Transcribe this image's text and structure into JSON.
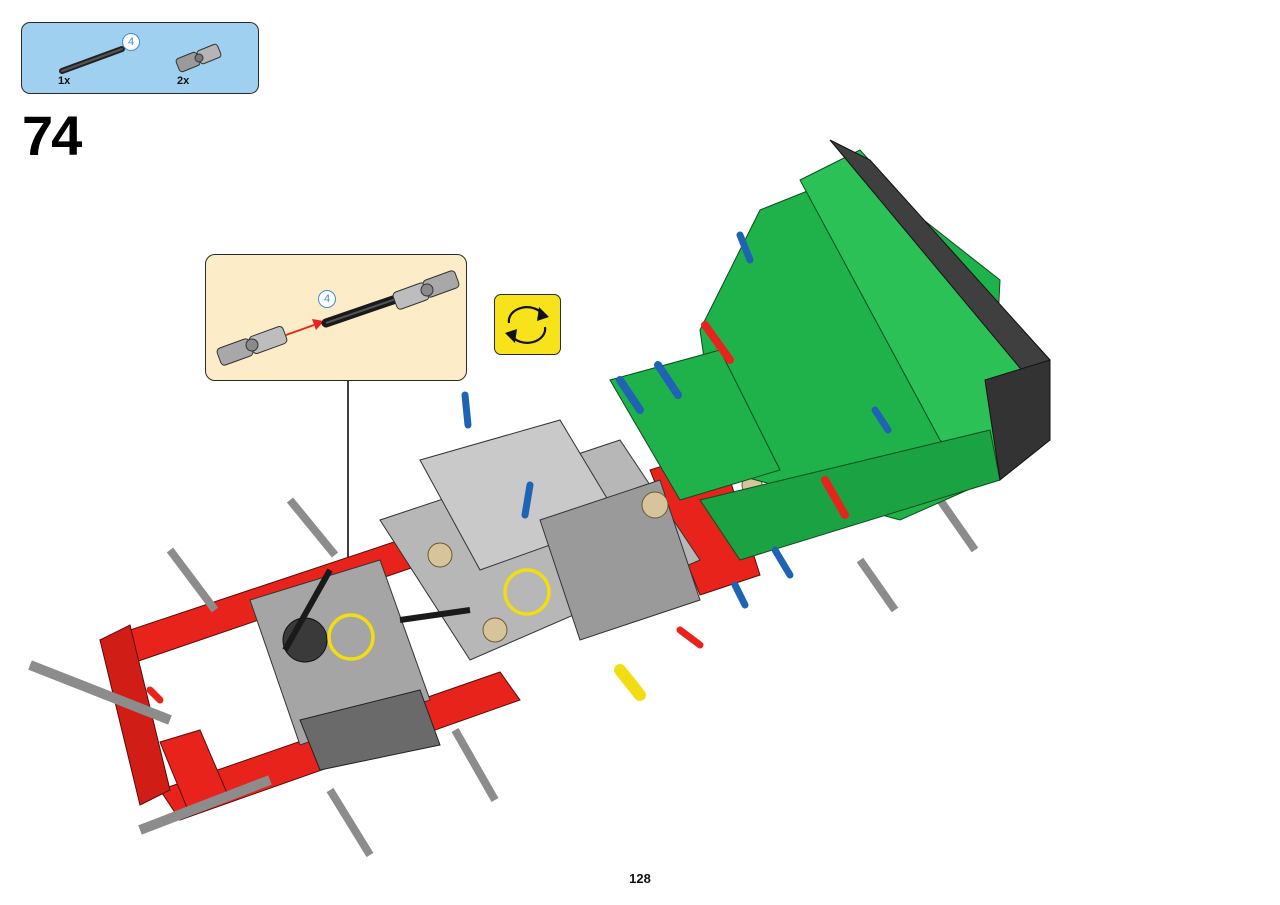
{
  "parts_list": {
    "items": [
      {
        "name": "axle-4",
        "qty": "1x",
        "length_callout": "4"
      },
      {
        "name": "universal-joint",
        "qty": "2x"
      }
    ]
  },
  "step": {
    "number": "74"
  },
  "sub_assembly": {
    "length_callout": "4"
  },
  "rotate_icon": {
    "name": "rotate-model-icon"
  },
  "page": {
    "number": "128"
  },
  "colors": {
    "parts_bg": "#9fd0f0",
    "sub_bg": "#fcecc8",
    "rotate_bg": "#f8e21a",
    "red": "#e8231c",
    "green": "#1fb24a",
    "grey": "#a9a9a9",
    "dark_grey": "#4a4a4a",
    "blue": "#1f63b4",
    "highlight": "#f2dc12"
  }
}
